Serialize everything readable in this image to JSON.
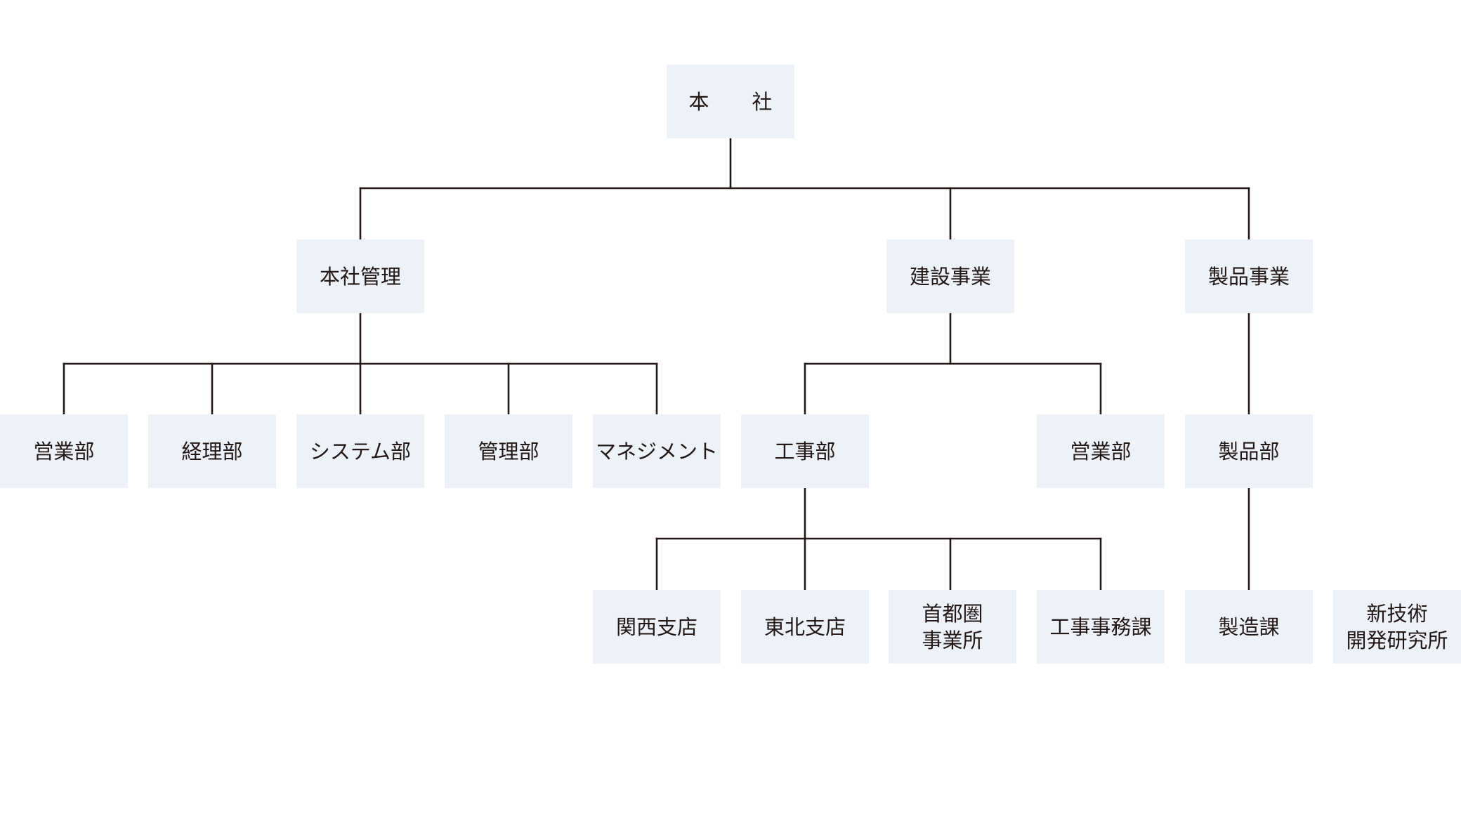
{
  "colors": {
    "box_fill": "#edf2f9",
    "line": "#231815",
    "text": "#231815",
    "background": "#ffffff"
  },
  "org": {
    "root": {
      "label": "本　社"
    },
    "divisions": [
      {
        "key": "hq_admin",
        "label": "本社管理"
      },
      {
        "key": "construction",
        "label": "建設事業"
      },
      {
        "key": "products",
        "label": "製品事業"
      }
    ],
    "departments": [
      {
        "key": "hq_sales",
        "label": "営業部"
      },
      {
        "key": "accounting",
        "label": "経理部"
      },
      {
        "key": "systems",
        "label": "システム部"
      },
      {
        "key": "management",
        "label": "管理部"
      },
      {
        "key": "management_ops",
        "label": "マネジメント"
      },
      {
        "key": "construction_dept",
        "label": "工事部"
      },
      {
        "key": "construction_sales",
        "label": "営業部"
      },
      {
        "key": "products_dept",
        "label": "製品部"
      }
    ],
    "units": [
      {
        "key": "kansai",
        "label": "関西支店"
      },
      {
        "key": "tohoku",
        "label": "東北支店"
      },
      {
        "key": "metro",
        "label": "首都圏\n事業所"
      },
      {
        "key": "construction_office",
        "label": "工事事務課"
      },
      {
        "key": "manufacturing",
        "label": "製造課"
      },
      {
        "key": "rnd",
        "label": "新技術\n開発研究所"
      }
    ]
  }
}
